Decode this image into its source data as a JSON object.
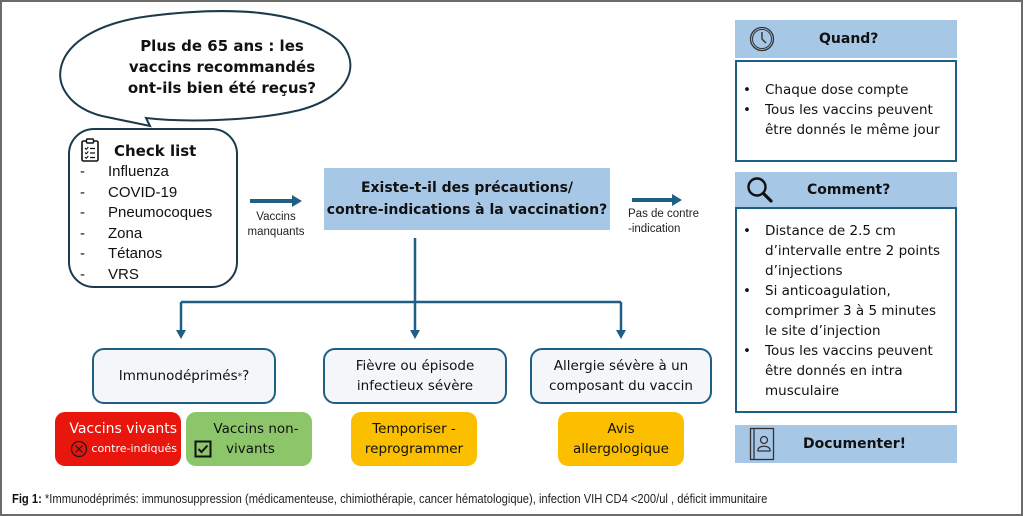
{
  "bubble": {
    "line1": "Plus de 65 ans : les",
    "line2": "vaccins recommandés",
    "line3": "ont-ils bien été reçus?"
  },
  "checklist": {
    "title": "Check list",
    "icon": "clipboard-checklist-icon",
    "items": [
      "Influenza",
      "COVID-19",
      "Pneumocoques",
      "Zona",
      "Tétanos",
      "VRS"
    ],
    "bullet": "-"
  },
  "arrow1": {
    "label_line1": "Vaccins",
    "label_line2": "manquants"
  },
  "question": {
    "line1": "Existe-t-il des précautions/",
    "line2": "contre-indications à la vaccination?"
  },
  "arrow2": {
    "label_line1": "Pas de contre",
    "label_line2": "-indication"
  },
  "branches": [
    {
      "condition": "Immunodéprimés",
      "condition_mark": "*",
      "condition_suffix": "?",
      "outcomes": [
        {
          "line1": "Vaccins vivants",
          "line2": "contre-indiqués",
          "icon": "x-circle-icon",
          "color": "#e8160c"
        },
        {
          "line1": "Vaccins non-",
          "line2": "vivants",
          "icon": "checkbox-checked-icon",
          "color": "#8cc56a"
        }
      ]
    },
    {
      "condition_line1": "Fièvre ou épisode",
      "condition_line2": "infectieux sévère",
      "outcome": {
        "line1": "Temporiser -",
        "line2": "reprogrammer",
        "color": "#fbbf00"
      }
    },
    {
      "condition_line1": "Allergie sévère à un",
      "condition_line2": "composant du vaccin",
      "outcome": {
        "line1": "Avis",
        "line2": "allergologique",
        "color": "#fbbf00"
      }
    }
  ],
  "sidebar": {
    "quand": {
      "title": "Quand?",
      "icon": "clock-icon",
      "items": [
        "Chaque dose compte",
        "Tous les vaccins peuvent être donnés le même jour"
      ]
    },
    "comment": {
      "title": "Comment?",
      "icon": "magnifier-icon",
      "items": [
        "Distance de 2.5 cm d’intervalle entre 2 points d’injections",
        "Si anticoagulation, comprimer 3 à 5 minutes le site d’injection",
        "Tous les vaccins peuvent être donnés en intra musculaire"
      ]
    },
    "documenter": {
      "title": "Documenter!",
      "icon": "contact-book-icon"
    }
  },
  "caption": {
    "label": "Fig 1:",
    "text": " *Immunodéprimés: immunosuppression (médicamenteuse, chimiothérapie, cancer hématologique), infection VIH CD4 <200/ul , déficit immunitaire"
  },
  "colors": {
    "accent_blue": "#1f5f85",
    "light_blue": "#a7c7e7",
    "red": "#e8160c",
    "green": "#8cc56a",
    "yellow": "#fbbf00"
  }
}
